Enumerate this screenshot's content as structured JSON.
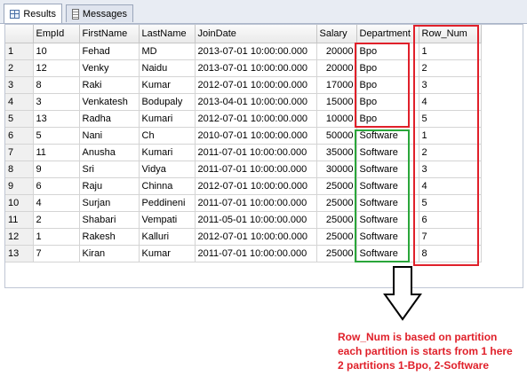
{
  "tabs": [
    {
      "label": "Results",
      "icon": "grid-icon",
      "active": true
    },
    {
      "label": "Messages",
      "icon": "messages-icon",
      "active": false
    }
  ],
  "columns": [
    "",
    "EmpId",
    "FirstName",
    "LastName",
    "JoinDate",
    "Salary",
    "Department",
    "Row_Num"
  ],
  "rows": [
    [
      "1",
      "10",
      "Fehad",
      "MD",
      "2013-07-01 10:00:00.000",
      "20000",
      "Bpo",
      "1"
    ],
    [
      "2",
      "12",
      "Venky",
      "Naidu",
      "2013-07-01 10:00:00.000",
      "20000",
      "Bpo",
      "2"
    ],
    [
      "3",
      "8",
      "Raki",
      "Kumar",
      "2012-07-01 10:00:00.000",
      "17000",
      "Bpo",
      "3"
    ],
    [
      "4",
      "3",
      "Venkatesh",
      "Bodupaly",
      "2013-04-01 10:00:00.000",
      "15000",
      "Bpo",
      "4"
    ],
    [
      "5",
      "13",
      "Radha",
      "Kumari",
      "2012-07-01 10:00:00.000",
      "10000",
      "Bpo",
      "5"
    ],
    [
      "6",
      "5",
      "Nani",
      "Ch",
      "2010-07-01 10:00:00.000",
      "50000",
      "Software",
      "1"
    ],
    [
      "7",
      "11",
      "Anusha",
      "Kumari",
      "2011-07-01 10:00:00.000",
      "35000",
      "Software",
      "2"
    ],
    [
      "8",
      "9",
      "Sri",
      "Vidya",
      "2011-07-01 10:00:00.000",
      "30000",
      "Software",
      "3"
    ],
    [
      "9",
      "6",
      "Raju",
      "Chinna",
      "2012-07-01 10:00:00.000",
      "25000",
      "Software",
      "4"
    ],
    [
      "10",
      "4",
      "Surjan",
      "Peddineni",
      "2011-07-01 10:00:00.000",
      "25000",
      "Software",
      "5"
    ],
    [
      "11",
      "2",
      "Shabari",
      "Vempati",
      "2011-05-01 10:00:00.000",
      "25000",
      "Software",
      "6"
    ],
    [
      "12",
      "1",
      "Rakesh",
      "Kalluri",
      "2012-07-01 10:00:00.000",
      "25000",
      "Software",
      "7"
    ],
    [
      "13",
      "7",
      "Kiran",
      "Kumar",
      "2011-07-01 10:00:00.000",
      "25000",
      "Software",
      "8"
    ]
  ],
  "annotation": {
    "lines": [
      "Row_Num is based on partition",
      "each partition is starts from 1 here",
      "2 partitions 1-Bpo, 2-Software"
    ]
  },
  "colors": {
    "red": "#e0202a",
    "green": "#2aa63a"
  }
}
